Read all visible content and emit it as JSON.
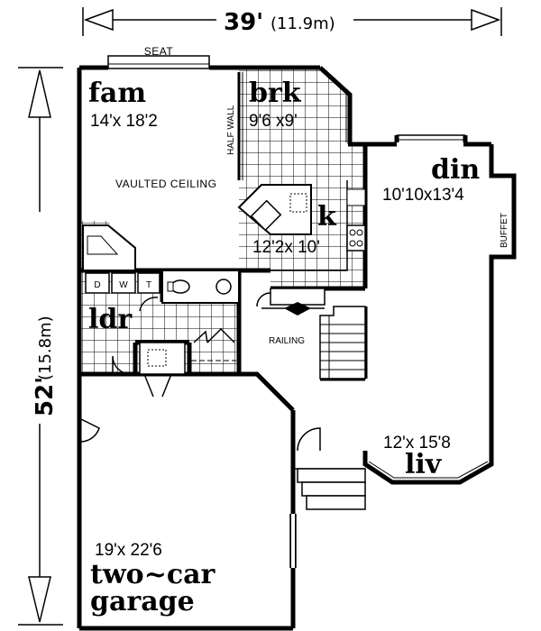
{
  "dimensions": {
    "width_main": "39'",
    "width_sub": "(11.9m)",
    "depth_main": "52'",
    "depth_sub": "(15.8m)"
  },
  "rooms": {
    "fam": {
      "name": "fam",
      "dims": "14'x 18'2"
    },
    "brk": {
      "name": "brk",
      "dims": "9'6 x9'"
    },
    "k": {
      "name": "k",
      "dims": "12'2x 10'"
    },
    "din": {
      "name": "din",
      "dims": "10'10x13'4"
    },
    "liv": {
      "name": "liv",
      "dims": "12'x 15'8"
    },
    "ldr": {
      "name": "ldr"
    },
    "garage": {
      "name_line1": "two~car",
      "name_line2": "garage",
      "dims": "19'x 22'6"
    }
  },
  "notes": {
    "seat": "SEAT",
    "half_wall": "HALF WALL",
    "vaulted": "VAULTED CEILING",
    "buffet": "BUFFET",
    "railing": "RAILING",
    "dryer": "D",
    "washer": "W",
    "tub": "T"
  }
}
